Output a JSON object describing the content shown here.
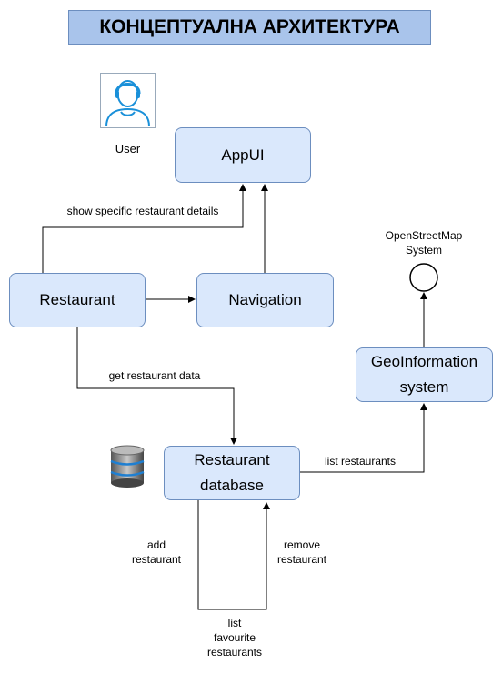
{
  "title": "КОНЦЕПТУАЛНА АРХИТЕКТУРА",
  "actor": {
    "label": "User",
    "icon": "user-avatar-icon"
  },
  "nodes": {
    "appui": "AppUI",
    "restaurant": "Restaurant",
    "navigation": "Navigation",
    "geo_line1": "GeoInformation",
    "geo_line2": "system",
    "db_line1": "Restaurant",
    "db_line2": "database"
  },
  "external": {
    "line1": "OpenStreetMap",
    "line2": "System"
  },
  "edges": {
    "show_details": "show specific restaurant details",
    "get_data": "get restaurant data",
    "list_restaurants": "list restaurants",
    "add_1": "add",
    "add_2": "restaurant",
    "remove_1": "remove",
    "remove_2": "restaurant",
    "fav_1": "list",
    "fav_2": "favourite",
    "fav_3": "restaurants"
  },
  "icons": {
    "database": "database-icon"
  }
}
